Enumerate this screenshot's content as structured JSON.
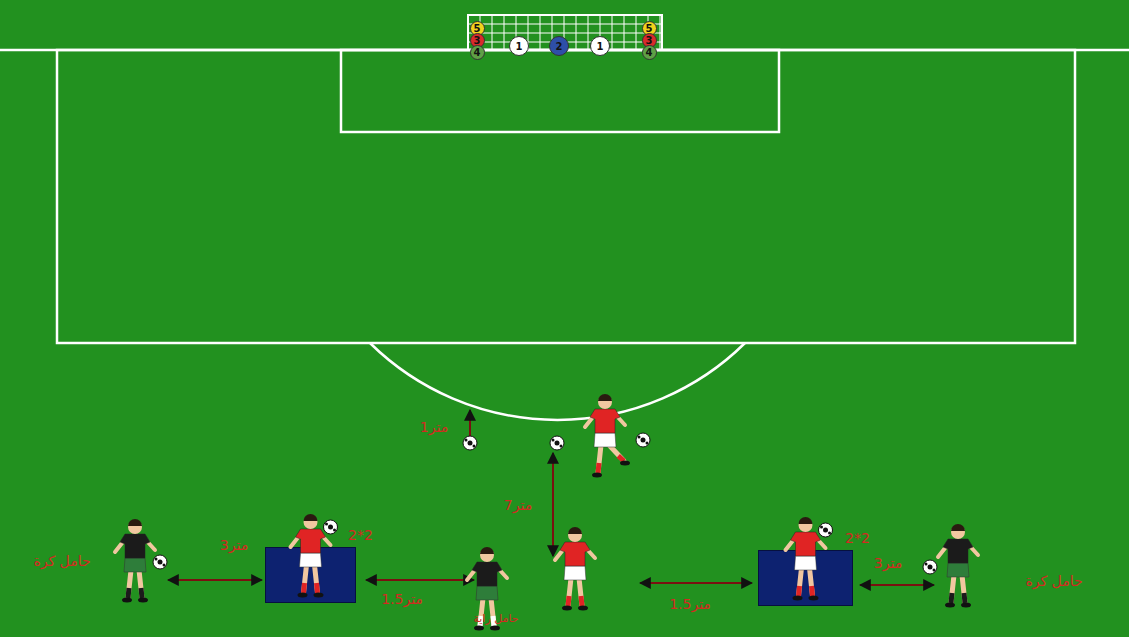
{
  "diagram": {
    "nodes": [
      {
        "text": [
          "5"
        ]
      },
      {
        "text": [
          "3"
        ]
      },
      {
        "text": [
          "4"
        ]
      },
      {
        "text": [
          "1"
        ]
      },
      {
        "text": [
          "2"
        ]
      },
      {
        "text": [
          "1"
        ]
      },
      {
        "text": [
          "5"
        ]
      },
      {
        "text": [
          "3"
        ]
      },
      {
        "text": [
          "4"
        ]
      },
      {
        "text": [
          "2*2"
        ]
      },
      {
        "text": [
          "2*2"
        ]
      }
    ],
    "labels": [
      "1متر",
      "7متر",
      "حامل كرة",
      "3متر",
      "1.5متر",
      "حامل راية",
      "1.5متر",
      "3متر",
      "حامل كرة"
    ]
  }
}
